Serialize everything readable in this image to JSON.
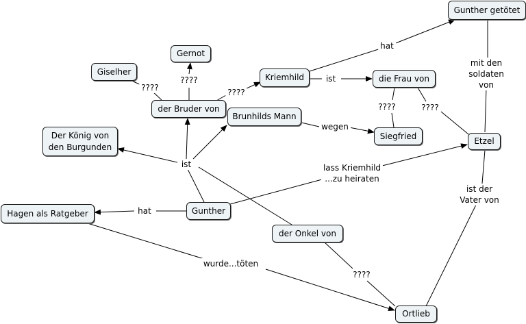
{
  "concepts": {
    "gunther_getoetet": "Gunther getötet",
    "gernot": "Gernot",
    "giselher": "Giselher",
    "kriemhild": "Kriemhild",
    "die_frau_von": "die Frau von",
    "der_bruder_von": "der Bruder von",
    "brunhilds_mann": "Brunhilds Mann",
    "koenig": "Der König von\nden Burgunden",
    "siegfried": "Siegfried",
    "etzel": "Etzel",
    "hagen": "Hagen als Ratgeber",
    "gunther": "Gunther",
    "der_onkel_von": "der Onkel von",
    "ortlieb": "Ortlieb"
  },
  "links": {
    "hat_top": "hat",
    "mit_den_soldaten": "mit den\nsoldaten von",
    "q_gernot": "????",
    "q_giselher": "????",
    "q_kriemhild": "????",
    "ist_frau": "ist",
    "q_siegfried": "????",
    "q_etzel": "????",
    "wegen": "wegen",
    "ist_center": "ist",
    "lass_kriemhild": "lass Kriemhild\n...zu heiraten",
    "ist_vater": "ist der\nVater von",
    "hat_hagen": "hat",
    "wurde_toeten": "wurde...töten",
    "q_ortlieb": "????"
  }
}
